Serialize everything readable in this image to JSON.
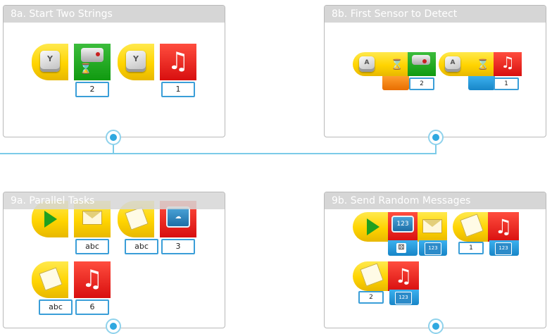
{
  "panels": {
    "p8a": {
      "title": "8a. Start Two Strings"
    },
    "p8b": {
      "title": "8b. First Sensor to Detect"
    },
    "p9a": {
      "title": "9a. Parallel Tasks"
    },
    "p9b": {
      "title": "9b. Send Random Messages"
    }
  },
  "blocks": {
    "p8a": {
      "key1": "Y",
      "key2": "Y",
      "wait_value": "2",
      "sound_value": "1"
    },
    "p8b": {
      "key1": "A",
      "key2": "A",
      "wait_value": "2",
      "sound_value": "1"
    },
    "p9a": {
      "send_value": "abc",
      "receive_value": "abc",
      "display_value": "3",
      "receive2_value": "abc",
      "sound_value": "6"
    },
    "p9b": {
      "random_label": "123",
      "screen_label": "123",
      "sound_value": "1",
      "receive_value": "2"
    }
  },
  "icons": {
    "play": "play-triangle-icon",
    "sound": "music-note-icon",
    "keyboard": "keyboard-key-icon",
    "hourglass": "hourglass-icon",
    "hub": "smarthub-icon",
    "envelope": "envelope-icon",
    "display": "display-screen-icon",
    "dice": "dice-icon"
  },
  "colors": {
    "accent": "#2fa8e0",
    "start_yellow": "#ffd400",
    "wait_green": "#109a10",
    "sound_red": "#d80f0f",
    "panel_header": "#d6d6d6"
  }
}
